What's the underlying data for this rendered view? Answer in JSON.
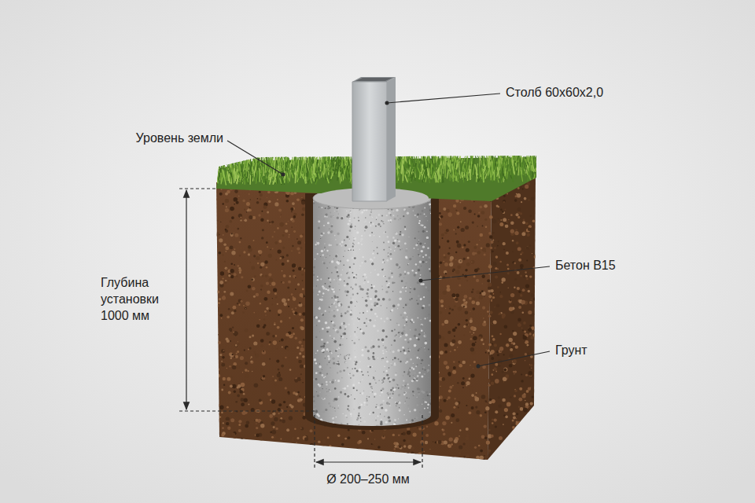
{
  "diagram": {
    "labels": [
      "Столб 60х60х2,0",
      "Уровень земли",
      "Бетон В15",
      "Глубина установки 1000 мм",
      "Грунт",
      "Ø 200–250 мм"
    ]
  }
}
